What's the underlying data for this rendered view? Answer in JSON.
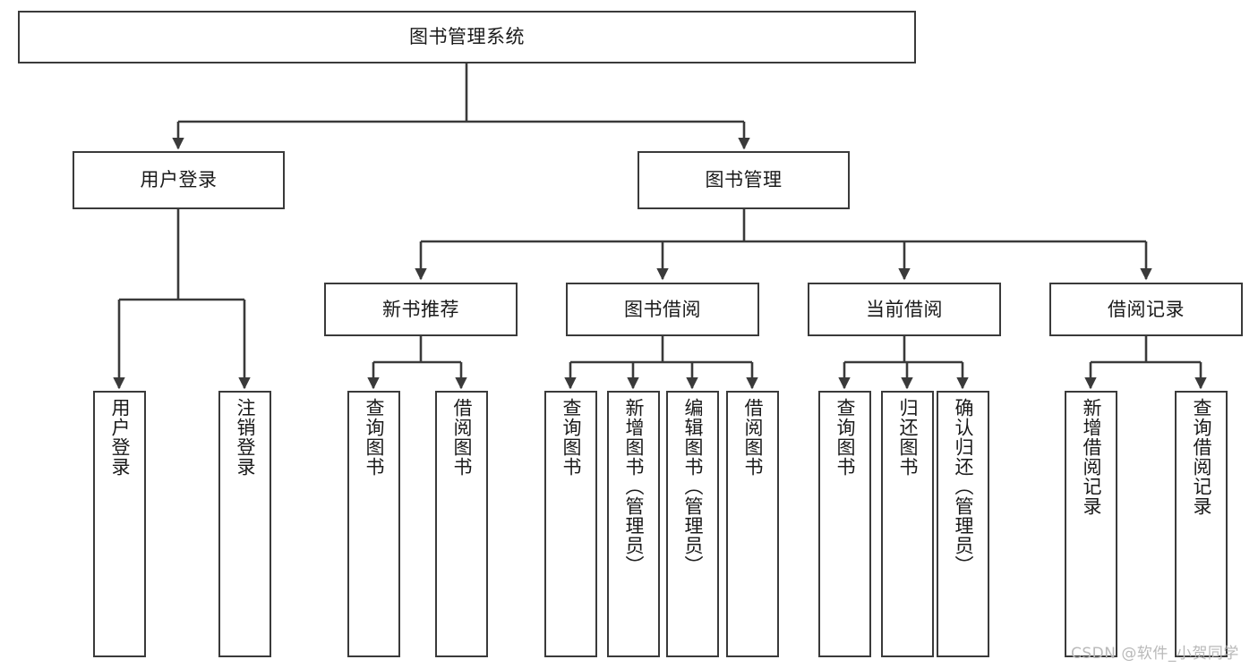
{
  "diagram": {
    "type": "tree-hierarchy-chart",
    "title": "图书管理系统",
    "border_color": "#3a3a3a",
    "fill_color": "#ffffff",
    "text_color": "#1a1a1a",
    "background": "#ffffff"
  },
  "nodes": {
    "root": {
      "label": "图书管理系统"
    },
    "level2": [
      {
        "id": "user-login",
        "label": "用户登录"
      },
      {
        "id": "book-manage",
        "label": "图书管理"
      }
    ],
    "level3": [
      {
        "id": "new-book-rec",
        "label": "新书推荐"
      },
      {
        "id": "book-borrow",
        "label": "图书借阅"
      },
      {
        "id": "current-borrow",
        "label": "当前借阅"
      },
      {
        "id": "borrow-record",
        "label": "借阅记录"
      }
    ],
    "leaves": {
      "user_login": [
        {
          "id": "leaf-user-login",
          "label": "用户登录"
        },
        {
          "id": "leaf-logout-login",
          "label": "注销登录"
        }
      ],
      "new_book_rec": [
        {
          "id": "leaf-query-book-1",
          "label": "查询图书"
        },
        {
          "id": "leaf-borrow-book-1",
          "label": "借阅图书"
        }
      ],
      "book_borrow": [
        {
          "id": "leaf-query-book-2",
          "label": "查询图书"
        },
        {
          "id": "leaf-add-book",
          "label": "新增图书（管理员）"
        },
        {
          "id": "leaf-edit-book",
          "label": "编辑图书（管理员）"
        },
        {
          "id": "leaf-borrow-book-2",
          "label": "借阅图书"
        }
      ],
      "current_borrow": [
        {
          "id": "leaf-query-book-3",
          "label": "查询图书"
        },
        {
          "id": "leaf-return-book",
          "label": "归还图书"
        },
        {
          "id": "leaf-confirm-return",
          "label": "确认归还（管理员）"
        }
      ],
      "borrow_record": [
        {
          "id": "leaf-add-record",
          "label": "新增借阅记录"
        },
        {
          "id": "leaf-query-record",
          "label": "查询借阅记录"
        }
      ]
    }
  },
  "watermark": {
    "text": "CSDN @软件_小贺同学",
    "color": "#b9b9b9"
  }
}
